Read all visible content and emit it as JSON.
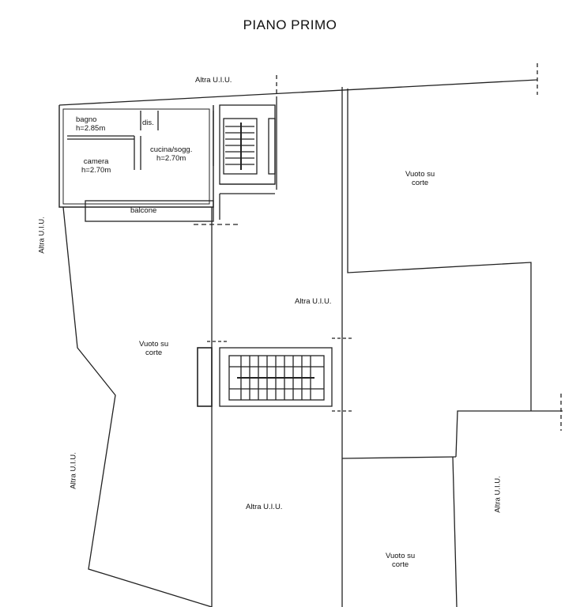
{
  "title": "PIANO PRIMO",
  "labels": {
    "altra_top": "Altra U.I.U.",
    "altra_left": "Altra U.I.U.",
    "altra_center": "Altra U.I.U.",
    "altra_bottom_left": "Altra U.I.U.",
    "altra_bottom_center": "Altra U.I.U.",
    "altra_right": "Altra U.I.U.",
    "vuoto_top_right": [
      "Vuoto su",
      "corte"
    ],
    "vuoto_left": [
      "Vuoto su",
      "corte"
    ],
    "vuoto_bottom": [
      "Vuoto su",
      "corte"
    ]
  },
  "rooms": {
    "bagno": [
      "bagno",
      "h=2.85m"
    ],
    "dis": "dis.",
    "cucina": [
      "cucina/sogg.",
      "h=2.70m"
    ],
    "camera": [
      "camera",
      "h=2.70m"
    ],
    "balcone": "balcone"
  }
}
